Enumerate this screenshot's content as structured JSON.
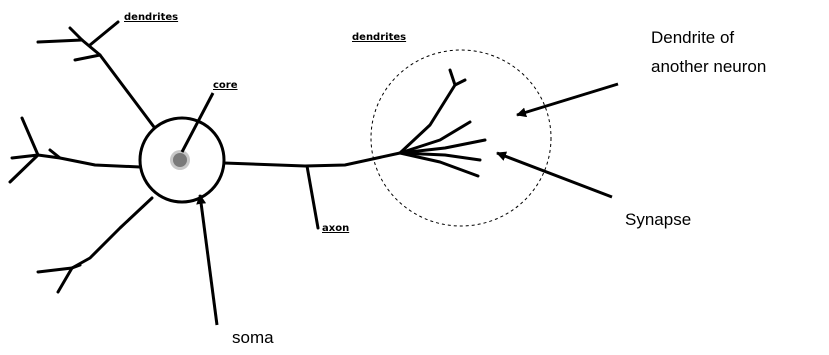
{
  "labels": {
    "dendrites_left": "dendrites",
    "dendrites_right": "dendrites",
    "core": "core",
    "axon": "axon",
    "soma": "soma",
    "synapse": "Synapse",
    "other_neuron_line1": "Dendrite of",
    "other_neuron_line2": "another neuron"
  },
  "colors": {
    "ink": "#000000",
    "nucleus": "#7a7a7a",
    "nucleus_ring": "#c8c8c8",
    "background": "#ffffff"
  }
}
